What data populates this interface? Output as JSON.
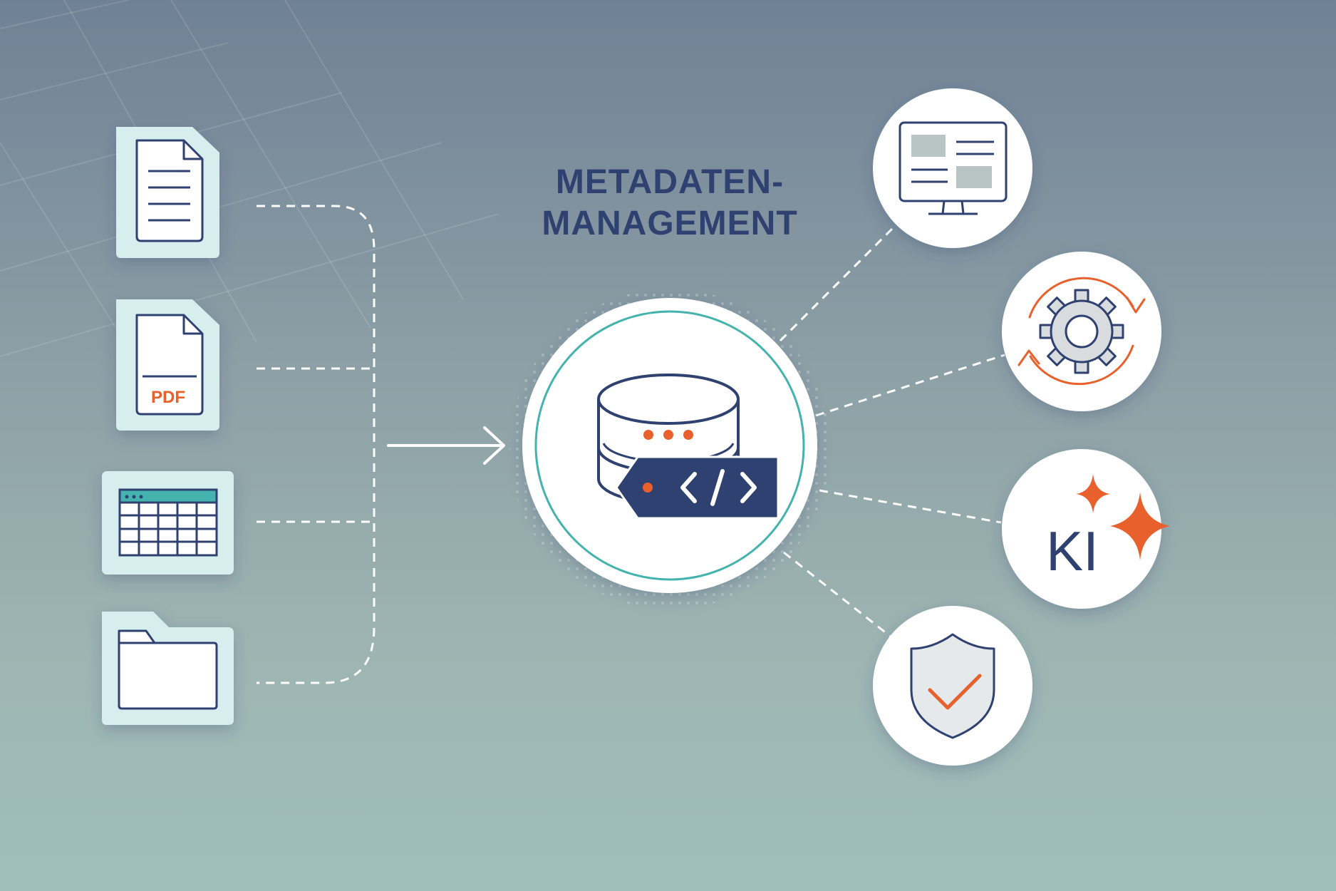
{
  "title": {
    "line1": "METADATEN-",
    "line2": "MANAGEMENT"
  },
  "sources": [
    {
      "name": "text-document",
      "icon": "text-document-icon"
    },
    {
      "name": "pdf-document",
      "icon": "pdf-file-icon",
      "label": "PDF"
    },
    {
      "name": "spreadsheet",
      "icon": "table-icon"
    },
    {
      "name": "folder",
      "icon": "folder-icon"
    }
  ],
  "hub": {
    "icon": "database-code-tag-icon"
  },
  "targets": [
    {
      "name": "dashboard",
      "icon": "monitor-dashboard-icon"
    },
    {
      "name": "automation",
      "icon": "gear-sync-icon"
    },
    {
      "name": "ai",
      "icon": "ai-sparkle-icon",
      "label": "KI"
    },
    {
      "name": "security",
      "icon": "shield-check-icon"
    }
  ],
  "colors": {
    "navy": "#2f4170",
    "orange": "#e8602c",
    "teal": "#45b3ad",
    "tile": "#d6eeee",
    "white": "#ffffff"
  }
}
